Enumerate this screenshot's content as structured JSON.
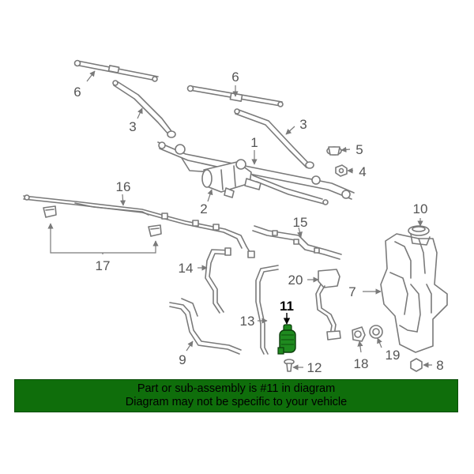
{
  "callouts": {
    "c1": "1",
    "c2": "2",
    "c3a": "3",
    "c3b": "3",
    "c4": "4",
    "c5": "5",
    "c6a": "6",
    "c6b": "6",
    "c7": "7",
    "c8": "8",
    "c9": "9",
    "c10": "10",
    "c11": "11",
    "c12": "12",
    "c13": "13",
    "c14": "14",
    "c15": "15",
    "c16": "16",
    "c17": "17",
    "c18": "18",
    "c19": "19",
    "c20": "20"
  },
  "highlight": {
    "part_number": "11",
    "color": "#1f8a1f"
  },
  "banner": {
    "line1": "Part or sub-assembly is #11 in diagram",
    "line2": "Diagram may not be specific to your vehicle",
    "color": "#0f6e0b"
  }
}
